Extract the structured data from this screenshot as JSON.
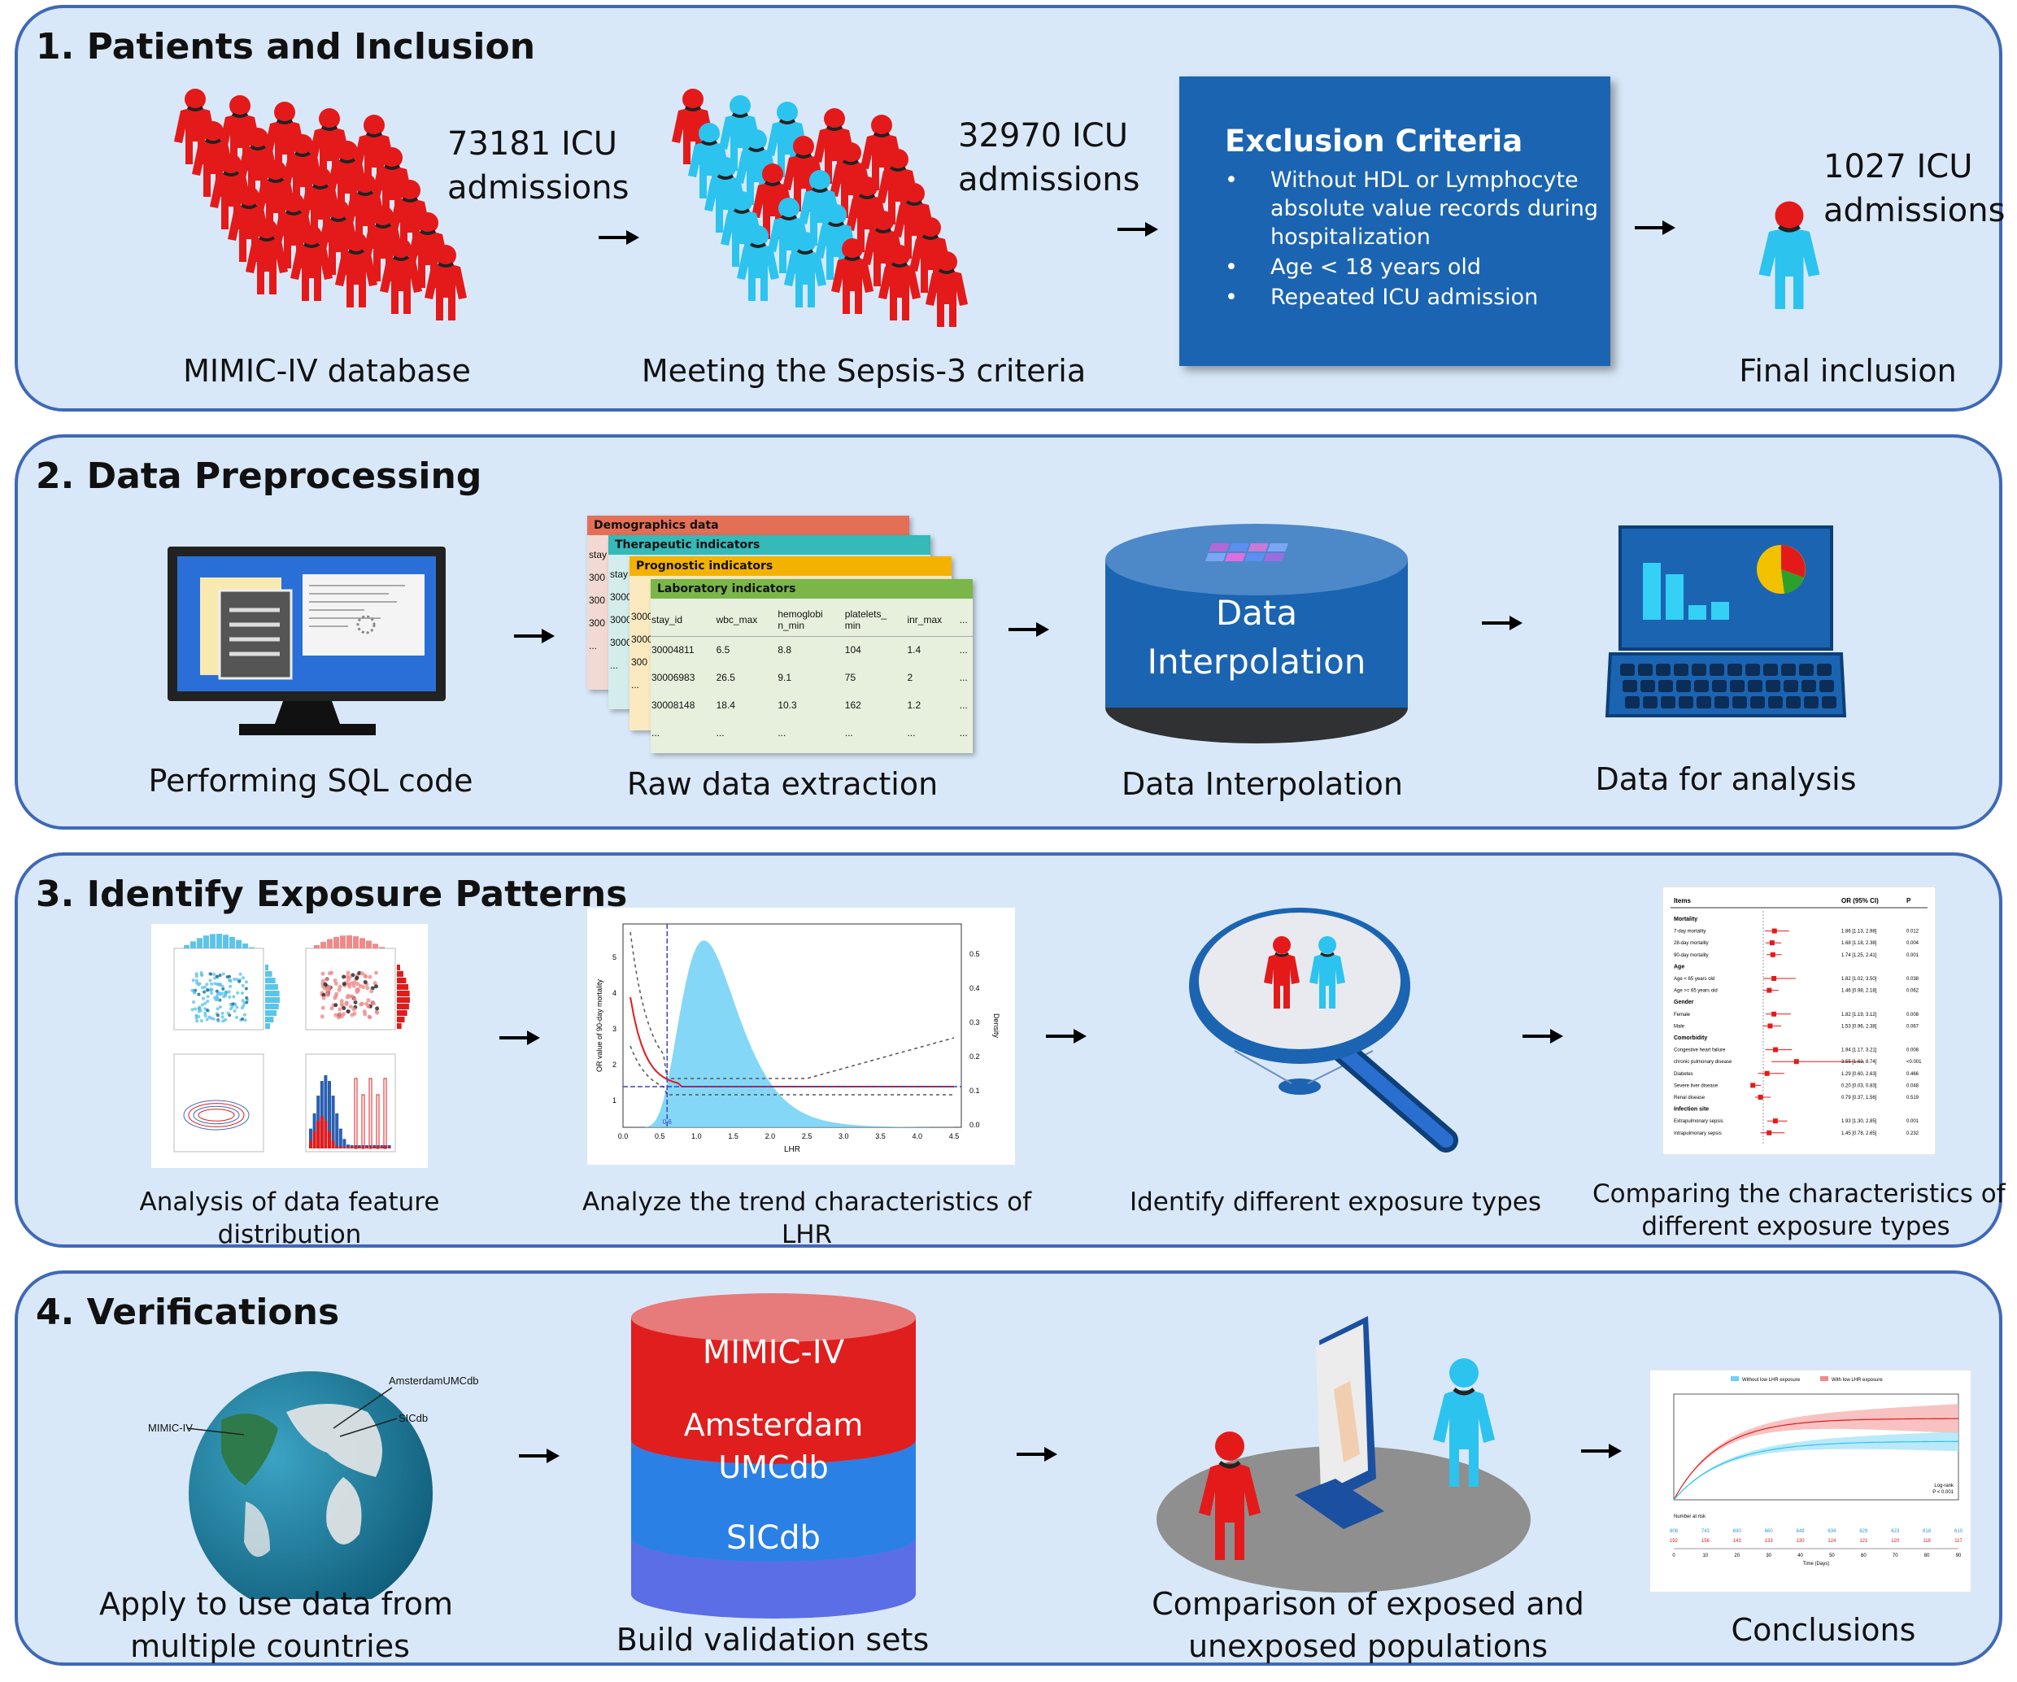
{
  "panel1": {
    "title": "1. Patients and Inclusion",
    "count1": "73181 ICU\nadmissions",
    "caption1": "MIMIC-IV database",
    "count2": "32970 ICU\nadmissions",
    "caption2": "Meeting the Sepsis-3 criteria",
    "exclusion_title": "Exclusion Criteria",
    "exclusion_items": [
      "Without HDL or Lymphocyte absolute value records during hospitalization",
      "Age < 18 years old",
      "Repeated ICU admission"
    ],
    "count3": "1027 ICU\nadmissions",
    "caption3": "Final inclusion"
  },
  "panel2": {
    "title": "2. Data Preprocessing",
    "caption1": "Performing SQL code",
    "caption2": "Raw data extraction",
    "caption3": "Data Interpolation",
    "caption4": "Data for analysis",
    "cylinder_label": "Data\nInterpolation",
    "sheet_titles": [
      "Demographics data",
      "Therapeutic indicators",
      "Prognostic indicators",
      "Laboratory indicators"
    ],
    "table_headers": [
      "stay_id",
      "wbc_max",
      "hemoglobi\nn_min",
      "platelets_\nmin",
      "inr_max",
      "..."
    ],
    "table_rows": [
      [
        "30004811",
        "6.5",
        "8.8",
        "104",
        "1.4",
        "..."
      ],
      [
        "30006983",
        "26.5",
        "9.1",
        "75",
        "2",
        "..."
      ],
      [
        "30008148",
        "18.4",
        "10.3",
        "162",
        "1.2",
        "..."
      ],
      [
        "...",
        "...",
        "...",
        "...",
        "...",
        "..."
      ]
    ],
    "back_sheet_cells": [
      "stay",
      "300",
      "300",
      "300",
      "...",
      "stay",
      "3000",
      "3000",
      "3000",
      "...",
      "3000",
      "3000",
      "300",
      "..."
    ]
  },
  "panel3": {
    "title": "3. Identify Exposure Patterns",
    "caption1": "Analysis of data feature distribution",
    "caption2": "Analyze the trend characteristics of LHR",
    "caption3": "Identify different exposure types",
    "caption4": "Comparing the characteristics of\ndifferent exposure types",
    "trend_xlabel": "LHR",
    "trend_ylabel": "OR value of 90-day mortality",
    "trend_y2label": "Density",
    "trend_xticks": [
      "0.0",
      "0.5",
      "1.0",
      "1.5",
      "2.0",
      "2.5",
      "3.0",
      "3.5",
      "4.0",
      "4.5"
    ],
    "trend_yticks": [
      "1",
      "2",
      "3",
      "4",
      "5"
    ],
    "trend_y2ticks": [
      "0.0",
      "0.1",
      "0.2",
      "0.3",
      "0.4",
      "0.5"
    ],
    "trend_marker": "0.6",
    "forest_header": [
      "Items",
      "OR (95% CI)",
      "P"
    ],
    "forest_rows": [
      [
        "Mortality",
        "",
        ""
      ],
      [
        "7-day mortality",
        "1.86 [1.13, 2.98]",
        "0.012"
      ],
      [
        "28-day mortality",
        "1.68 [1.18, 2.38]",
        "0.004"
      ],
      [
        "90-day mortality",
        "1.74 [1.25, 2.41]",
        "0.001"
      ],
      [
        "Age",
        "",
        ""
      ],
      [
        "Age < 65 years old",
        "1.82 [1.02, 3.50]",
        "0.038"
      ],
      [
        "Age >= 65 years old",
        "1.46 [0.98, 2.18]",
        "0.062"
      ],
      [
        "Gender",
        "",
        ""
      ],
      [
        "Female",
        "1.82 [1.19, 3.12]",
        "0.008"
      ],
      [
        "Male",
        "1.53 [0.96, 2.38]",
        "0.067"
      ],
      [
        "Comorbidity",
        "",
        ""
      ],
      [
        "Congestive heart failure",
        "1.94 [1.17, 3.21]",
        "0.008"
      ],
      [
        "chronic pulmonary disease",
        "3.55 [1.63, 8.74]",
        "<0.001"
      ],
      [
        "Diabetes",
        "1.29 [0.60, 2.63]",
        "0.466"
      ],
      [
        "Severe liver disease",
        "0.20 [0.03, 0.83]",
        "0.048"
      ],
      [
        "Renal disease",
        "0.79 [0.37, 1.56]",
        "0.519"
      ],
      [
        "Infection site",
        "",
        ""
      ],
      [
        "Extrapulmonary sepsis",
        "1.93 [1.30, 2.85]",
        "0.001"
      ],
      [
        "Intrapulmonary sepsis",
        "1.45 [0.78, 2.65]",
        "0.232"
      ]
    ]
  },
  "panel4": {
    "title": "4. Verifications",
    "caption1": "Apply to use data from\nmultiple countries",
    "caption2": "Build validation sets",
    "caption3": "Comparison of exposed and\nunexposed populations",
    "caption4": "Conclusions",
    "globe_labels": [
      "AmsterdamUMCdb",
      "MIMIC-IV",
      "SICdb"
    ],
    "db_layers": [
      "MIMIC-IV",
      "Amsterdam\nUMCdb",
      "SICdb"
    ],
    "km_legend": [
      "Without low LHR exposure",
      "With low LHR exposure"
    ],
    "km_logrank": "Log-rank\nP < 0.001",
    "km_risk_title": "Number at risk",
    "km_risk_rows": [
      [
        "808",
        "743",
        "690",
        "660",
        "649",
        "634",
        "629",
        "623",
        "618",
        "610"
      ],
      [
        "192",
        "156",
        "143",
        "133",
        "130",
        "124",
        "121",
        "120",
        "118",
        "117"
      ]
    ],
    "km_xlabel": "Time (Days)",
    "km_xticks": [
      "0",
      "10",
      "20",
      "30",
      "40",
      "50",
      "60",
      "70",
      "80",
      "90"
    ]
  },
  "colors": {
    "panel_bg": "#d9e8f8",
    "border": "#3f68b8",
    "red": "#e41a1a",
    "cyan": "#3bb8e8",
    "box": "#1b64b1"
  }
}
